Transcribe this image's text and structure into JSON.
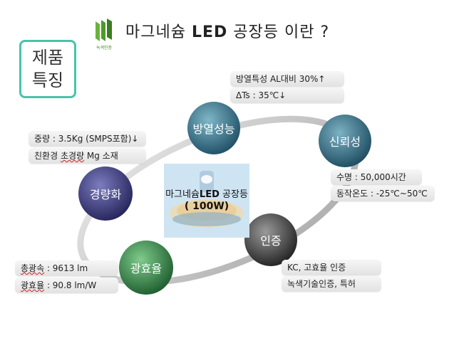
{
  "title": {
    "text_prefix": "마그네슘 ",
    "text_bold": "LED",
    "text_suffix": " 공장등 이란 ?"
  },
  "logo": {
    "caption": "녹색인증"
  },
  "feature_box": {
    "line1": "제품",
    "line2": "특징"
  },
  "nodes": {
    "heat": "방열성능",
    "reliability": "신뢰성",
    "light": "경량화",
    "certification": "인증",
    "efficiency": "광효율"
  },
  "center": {
    "line1_prefix": "마그네슘",
    "line1_bold": "LED",
    "line1_suffix": " 공장등",
    "line2": "( 100W)"
  },
  "tags": {
    "heat_1": "방열특성 AL대비 30%↑",
    "heat_2": "ΔTs : 35℃↓",
    "light_1": "중량 : 3.5Kg (SMPS포함)↓",
    "light_2": "친환경 초경량 Mg 소재",
    "rel_1": "수명 : 50,000시간",
    "rel_2": "동작온도 : -25℃~50℃",
    "eff_1": "총광속 : 9613 lm",
    "eff_2": "광효율 : 90.8 lm/W",
    "cert_1": "KC, 고효율 인증",
    "cert_2": "녹색기술인증, 특허"
  },
  "colors": {
    "accent": "#48c4a8",
    "heat_ball": "#2e6f88",
    "rel_ball": "#2d6b84",
    "light_ball": "#3c3b7c",
    "cert_ball": "#3a3a3a",
    "eff_ball": "#2f7d4a"
  }
}
